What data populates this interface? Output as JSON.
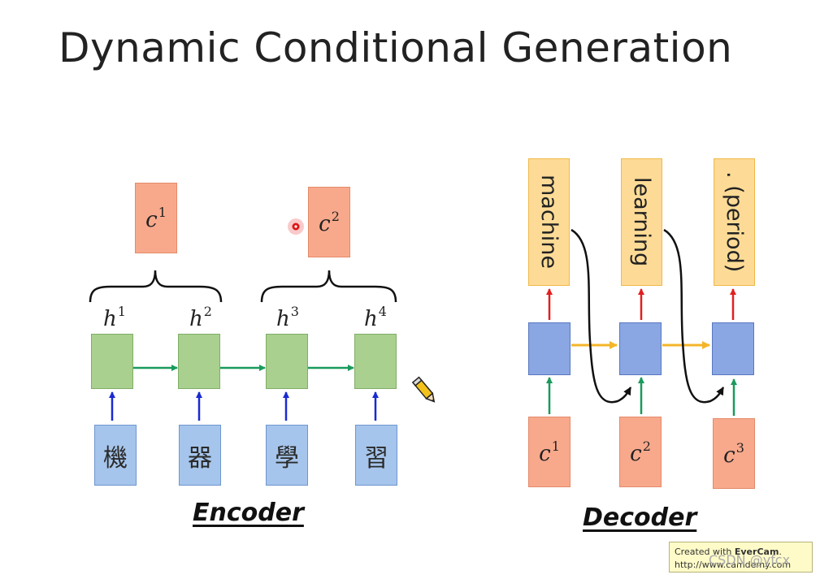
{
  "title": "Dynamic Conditional Generation",
  "encoder": {
    "caption": "Encoder",
    "context_vectors": [
      {
        "symbol": "c",
        "sup": "1"
      },
      {
        "symbol": "c",
        "sup": "2"
      }
    ],
    "hidden_states": [
      {
        "symbol": "h",
        "sup": "1"
      },
      {
        "symbol": "h",
        "sup": "2"
      },
      {
        "symbol": "h",
        "sup": "3"
      },
      {
        "symbol": "h",
        "sup": "4"
      }
    ],
    "inputs": [
      "機",
      "器",
      "學",
      "習"
    ]
  },
  "decoder": {
    "caption": "Decoder",
    "outputs": [
      "machine",
      "learning",
      ". (period)"
    ],
    "context_inputs": [
      {
        "symbol": "c",
        "sup": "1"
      },
      {
        "symbol": "c",
        "sup": "2"
      },
      {
        "symbol": "c",
        "sup": "3"
      }
    ]
  },
  "watermark": {
    "line1_prefix": "Created with ",
    "line1_brand": "EverCam",
    "line1_suffix": ".",
    "line2": "http://www.camdemy.com"
  },
  "csdn_text": "CSDN @yfcx"
}
